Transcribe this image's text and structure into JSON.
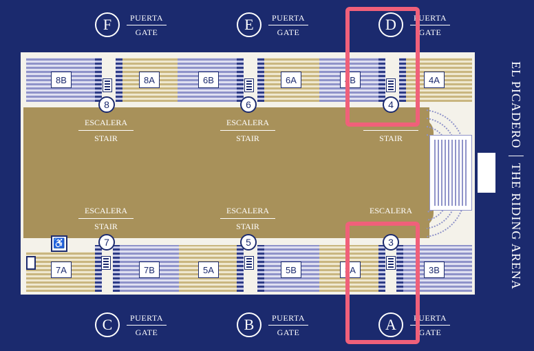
{
  "gates_top": [
    {
      "letter": "F",
      "line1": "PUERTA",
      "line2": "GATE"
    },
    {
      "letter": "E",
      "line1": "PUERTA",
      "line2": "GATE"
    },
    {
      "letter": "D",
      "line1": "PUERTA",
      "line2": "GATE"
    }
  ],
  "gates_bottom": [
    {
      "letter": "C",
      "line1": "PUERTA",
      "line2": "GATE"
    },
    {
      "letter": "B",
      "line1": "PUERTA",
      "line2": "GATE"
    },
    {
      "letter": "A",
      "line1": "PUERTA",
      "line2": "GATE"
    }
  ],
  "sections_top": [
    "8B",
    "8A",
    "6B",
    "6A",
    "4B",
    "4A"
  ],
  "sections_bottom": [
    "7A",
    "7B",
    "5A",
    "5B",
    "3A",
    "3B"
  ],
  "stair_numbers": {
    "top": [
      "8",
      "6",
      "4"
    ],
    "bottom": [
      "7",
      "5",
      "3"
    ]
  },
  "stair_label": {
    "es": "ESCALERA",
    "en": "STAIR"
  },
  "title": {
    "es": "EL PICADERO",
    "en": "THE RIDING ARENA"
  },
  "icons": {
    "accessible": "wheelchair-icon",
    "stairs": "stairs-icon"
  },
  "colors": {
    "background": "#1b2a6e",
    "floor": "#a8915a",
    "highlight": "#f0607a",
    "purple_section": "#8f93c9",
    "tan_section": "#c9b680"
  }
}
